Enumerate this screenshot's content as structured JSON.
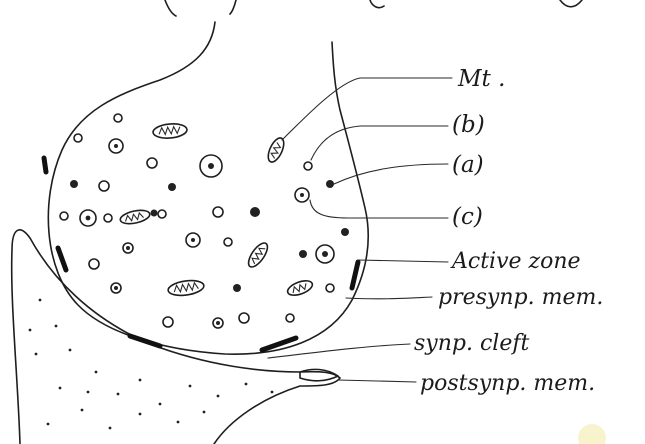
{
  "diagram": {
    "labels": {
      "mt": "Mt .",
      "b": "(b)",
      "a": "(a)",
      "c": "(c)",
      "active_zone": "Active zone",
      "presynaptic_membrane": "presynp. mem.",
      "synaptic_cleft": "synp. cleft",
      "postsynaptic_membrane": "postsynp. mem."
    },
    "ink_color": "#1e1e1e",
    "paper_color": "#ffffff"
  }
}
